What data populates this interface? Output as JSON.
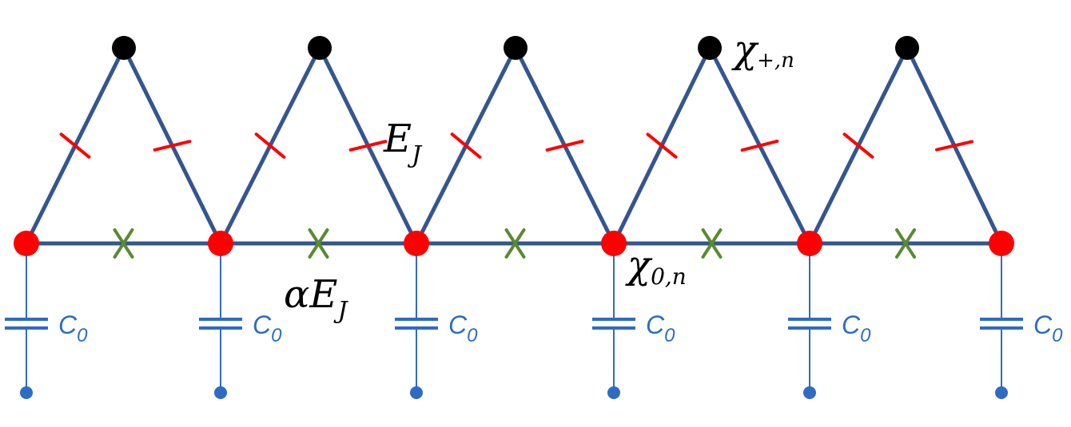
{
  "diagram": {
    "labels": {
      "chi_plus": "χ",
      "chi_plus_sub": "+,n",
      "chi_zero": "χ",
      "chi_zero_sub": "0,n",
      "ej": "E",
      "ej_sub": "J",
      "alpha_ej_alpha": "α",
      "alpha_ej_e": "E",
      "alpha_ej_sub": "J",
      "capacitor_c": "C",
      "capacitor_sub": "0"
    },
    "counts": {
      "unit_cells": 5,
      "bottom_nodes": 6,
      "top_nodes": 5,
      "capacitors": 6
    },
    "colors": {
      "wire": "#34558F",
      "bottom_node": "#FF0000",
      "top_node": "#000000",
      "junction_top": "#FF0000",
      "junction_bottom": "#5A8A30",
      "capacitor": "#2E6CC4",
      "ground_node": "#2E6CC4"
    }
  }
}
